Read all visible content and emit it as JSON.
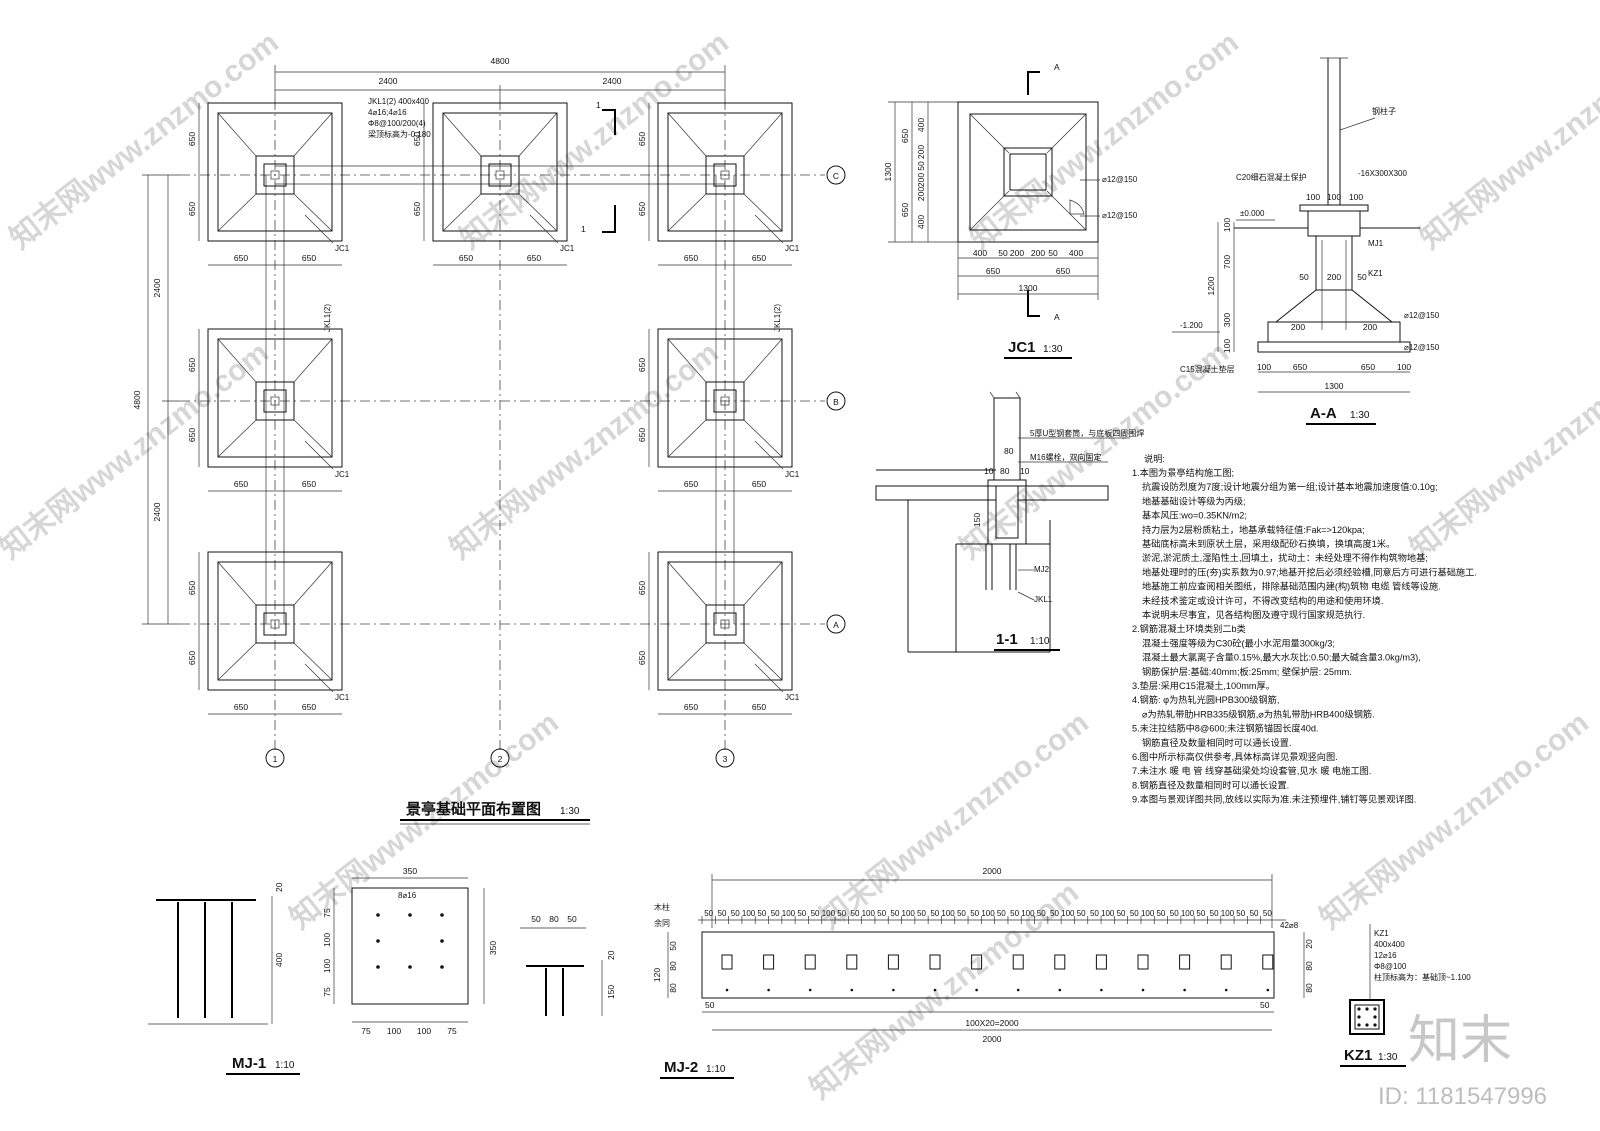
{
  "plan": {
    "title": "景亭基础平面布置图",
    "scale": "1:30",
    "dims": {
      "total": "4800",
      "half_left": "2400",
      "half_right": "2400",
      "pad": "650",
      "left_total": "4800",
      "left_upper": "2400",
      "left_lower": "2400"
    },
    "axis_x": [
      "1",
      "2",
      "3"
    ],
    "axis_y": [
      "C",
      "B",
      "A"
    ],
    "footing_label": "JC1",
    "beam_label": "JKL1(2)",
    "beam_note": [
      "JKL1(2) 400x400",
      "4⌀16;4⌀16",
      "Φ8@100/200(4)",
      "梁顶标高为-0.180"
    ],
    "section_mark": "1"
  },
  "jc1": {
    "title": "JC1",
    "scale": "1:30",
    "cut": "A",
    "dims_left": [
      "650",
      "650",
      "400",
      "200",
      "50",
      "200",
      "200",
      "400"
    ],
    "dim_left_total": "1300",
    "dims_bottom": [
      "400",
      "50",
      "200",
      "200",
      "50",
      "400"
    ],
    "dims_bottom2": [
      "650",
      "650"
    ],
    "dim_bottom_total": "1300",
    "rebar1": "⌀12@150",
    "rebar2": "⌀12@150"
  },
  "aa": {
    "title": "A-A",
    "scale": "1:30",
    "col_label": "钢柱子",
    "prot_label": "C20细石混凝土保护",
    "plate_label": "-16X300X300",
    "elev0": "±0.000",
    "elev_bottom": "-1.200",
    "mj_label": "MJ1",
    "kz_label": "KZ1",
    "pad_label": "C15混凝土垫层",
    "rebar1": "⌀12@150",
    "rebar2": "⌀12@150",
    "dims": [
      "100",
      "100",
      "100",
      "50",
      "200",
      "50",
      "200",
      "200",
      "100",
      "650",
      "650",
      "100",
      "1300",
      "700",
      "1200",
      "300",
      "100"
    ]
  },
  "s11": {
    "title": "1-1",
    "scale": "1:10",
    "note1": "5厚U型钢套筒，与底板四周围焊",
    "note2": "M16螺栓，双向固定",
    "dims": [
      "80",
      "10",
      "80",
      "10",
      "150"
    ],
    "mj_label": "MJ2",
    "beam_label": "JKL1"
  },
  "notes": {
    "title": "说明:",
    "lines": [
      "1.本图为景亭结构施工图;",
      "抗震设防烈度为7度;设计地震分组为第一组;设计基本地震加速度值:0.10g;",
      "地基基础设计等级为丙级;",
      "基本风压:wo=0.35KN/m2;",
      "持力层为2层粉质粘土，地基承载特征值:Fak=>120kpa;",
      "基础底标高未到原状土层，采用级配砂石换填，换填高度1米。",
      "淤泥,淤泥质土,湿陷性土,回填土，扰动土：未经处理不得作构筑物地基;",
      "地基处理时的压(夯)实系数为0.97;地基开挖后必须经验槽,同意后方可进行基础施工.",
      "地基施工前应查阅相关图纸，排除基础范围内建(构)筑物 电缆 管线等设施.",
      "未经技术鉴定或设计许可，不得改变结构的用途和使用环境.",
      "本说明未尽事宜，见各结构图及遵守现行国家规范执行.",
      "2.钢筋混凝土环境类别二b类",
      "混凝土强度等级为C30砼(最小水泥用量300kg/3;",
      "混凝土最大氯离子含量0.15%,最大水灰比:0.50;最大碱含量3.0kg/m3),",
      "钢筋保护层:基础:40mm;板:25mm; 壁保护层: 25mm.",
      "3.垫层:采用C15混凝土,100mm厚。",
      "4.钢筋: φ为热轧光圆HPB300级钢筋,",
      "⌀为热轧带肋HRB335级钢筋,⌀为热轧带肋HRB400级钢筋.",
      "5.未注拉结筋中8@600;未注钢筋锚固长度40d.",
      "钢筋直径及数量相同时可以通长设置.",
      "6.图中所示标高仅供参考,具体标高详见景观竖向图.",
      "7.未注水 暖 电 管 线穿基础梁处均设套管,见水 暖 电施工图.",
      "8.钢筋直径及数量相同时可以通长设置.",
      "9.本图与景观详图共同,放线以实际为准.未注预埋件,铺钉等见景观详图."
    ]
  },
  "mj1": {
    "title": "MJ-1",
    "scale": "1:10",
    "dims_side": [
      "20",
      "400"
    ],
    "top_dim": "350",
    "bar_label": "8⌀16",
    "dims_left": [
      "75",
      "100",
      "100",
      "75"
    ],
    "dim_right": "350",
    "dims_bottom": [
      "75",
      "100",
      "100",
      "75"
    ]
  },
  "mj2": {
    "title": "MJ-2",
    "scale": "1:10",
    "small_top": [
      "50",
      "80",
      "50"
    ],
    "small_right": [
      "20",
      "150"
    ],
    "top_total": "2000",
    "left_labels": [
      "木柱",
      "余同"
    ],
    "spacing_top": [
      "50",
      "50",
      "50",
      "100",
      "50",
      "50",
      "100",
      "50",
      "50",
      "100",
      "50",
      "50",
      "100",
      "50",
      "50",
      "100",
      "50",
      "50",
      "100",
      "50",
      "50",
      "100",
      "50",
      "50",
      "100",
      "50",
      "50",
      "100",
      "50",
      "50",
      "100",
      "50",
      "50",
      "100",
      "50",
      "50",
      "100",
      "50",
      "50",
      "100",
      "50",
      "50",
      "50"
    ],
    "bar_label": "42⌀8",
    "dims_left": [
      "120",
      "50",
      "80",
      "80"
    ],
    "dims_right": [
      "20",
      "80",
      "80"
    ],
    "bottom_ends": [
      "50",
      "50"
    ],
    "bottom_mid": "100X20=2000",
    "bottom_total": "2000"
  },
  "kz1": {
    "title": "KZ1",
    "scale": "1:30",
    "lines": [
      "KZ1",
      "400x400",
      "12⌀16",
      "Φ8@100",
      "柱顶标高为：基础顶~1.100"
    ]
  },
  "watermark": {
    "brand": "知末",
    "id": "ID: 1181547996",
    "site": "知末网www.znzmo.com"
  }
}
